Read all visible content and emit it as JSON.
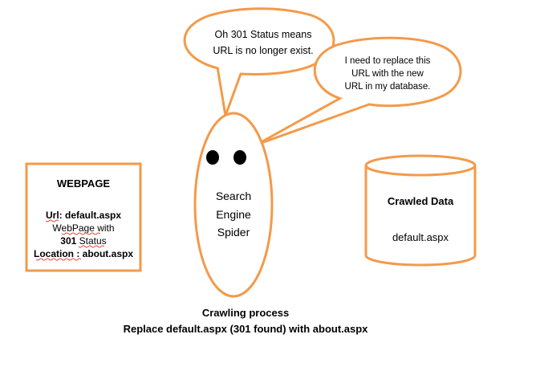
{
  "colors": {
    "outline": "#f39a4a",
    "text": "#000000",
    "background": "#ffffff",
    "spellcheck": "#e84a3c"
  },
  "bubble_1": {
    "line_1": "Oh 301 Status means",
    "line_2": "URL is no longer exist."
  },
  "bubble_2": {
    "line_1": "I need to replace this",
    "line_2": "URL with the new",
    "line_3": "URL in my database."
  },
  "spider": {
    "line_1": "Search",
    "line_2": "Engine",
    "line_3": "Spider"
  },
  "webpage": {
    "title": "WEBPAGE",
    "url_label": "Url",
    "url_value": ": default.aspx",
    "line_2_a": "WebPage",
    "line_2_b": " with",
    "line_3_a": "301",
    "line_3_b": " Status",
    "location_label": "Location : about.aspx"
  },
  "database": {
    "title": "Crawled Data",
    "value": "default.aspx"
  },
  "caption": {
    "line_1": "Crawling process",
    "line_2": "Replace default.aspx (301 found) with about.aspx"
  }
}
